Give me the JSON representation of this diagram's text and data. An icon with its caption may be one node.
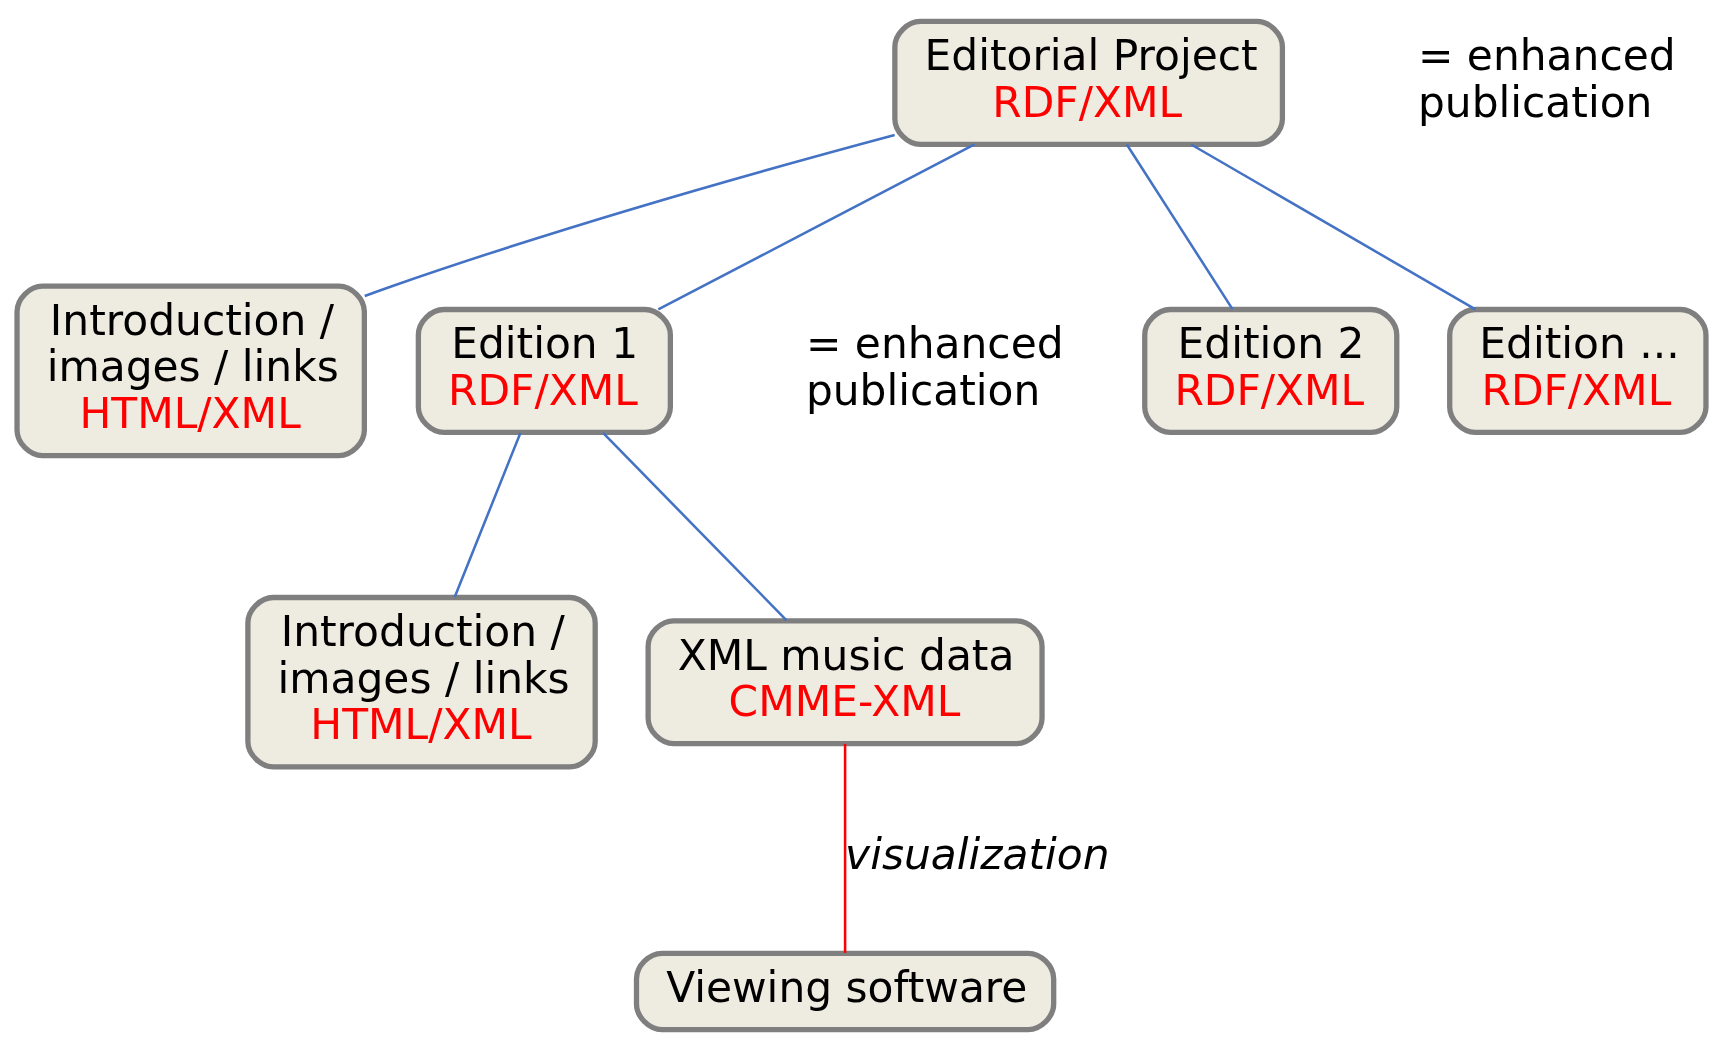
{
  "diagram": {
    "nodes": [
      {
        "text": [
          "Editorial Project",
          "RDF/XML"
        ],
        "beside": [
          "= enhanced publication"
        ]
      },
      {
        "text": [
          "Introduction / images / links",
          "HTML/XML"
        ]
      },
      {
        "text": [
          "Edition 1",
          "RDF/XML"
        ],
        "beside": [
          "= enhanced publication"
        ]
      },
      {
        "text": [
          "Edition 2",
          "RDF/XML"
        ]
      },
      {
        "text": [
          "Edition ...",
          "RDF/XML"
        ]
      },
      {
        "text": [
          "Introduction / images / links",
          "HTML/XML"
        ]
      },
      {
        "text": [
          "XML music data",
          "CMME-XML"
        ]
      },
      {
        "text": [
          "Viewing software"
        ]
      }
    ],
    "edges": [
      {
        "from": 0,
        "to": 1,
        "arrow": "none"
      },
      {
        "from": 0,
        "to": 2,
        "arrow": "none"
      },
      {
        "from": 0,
        "to": 3,
        "arrow": "none"
      },
      {
        "from": 0,
        "to": 4,
        "arrow": "none"
      },
      {
        "from": 2,
        "to": 5,
        "arrow": "none"
      },
      {
        "from": 2,
        "to": 6,
        "arrow": "none"
      },
      {
        "from": 6,
        "to": 7,
        "arrow": "none",
        "label": "visualization",
        "color": "#ff0000"
      }
    ]
  }
}
